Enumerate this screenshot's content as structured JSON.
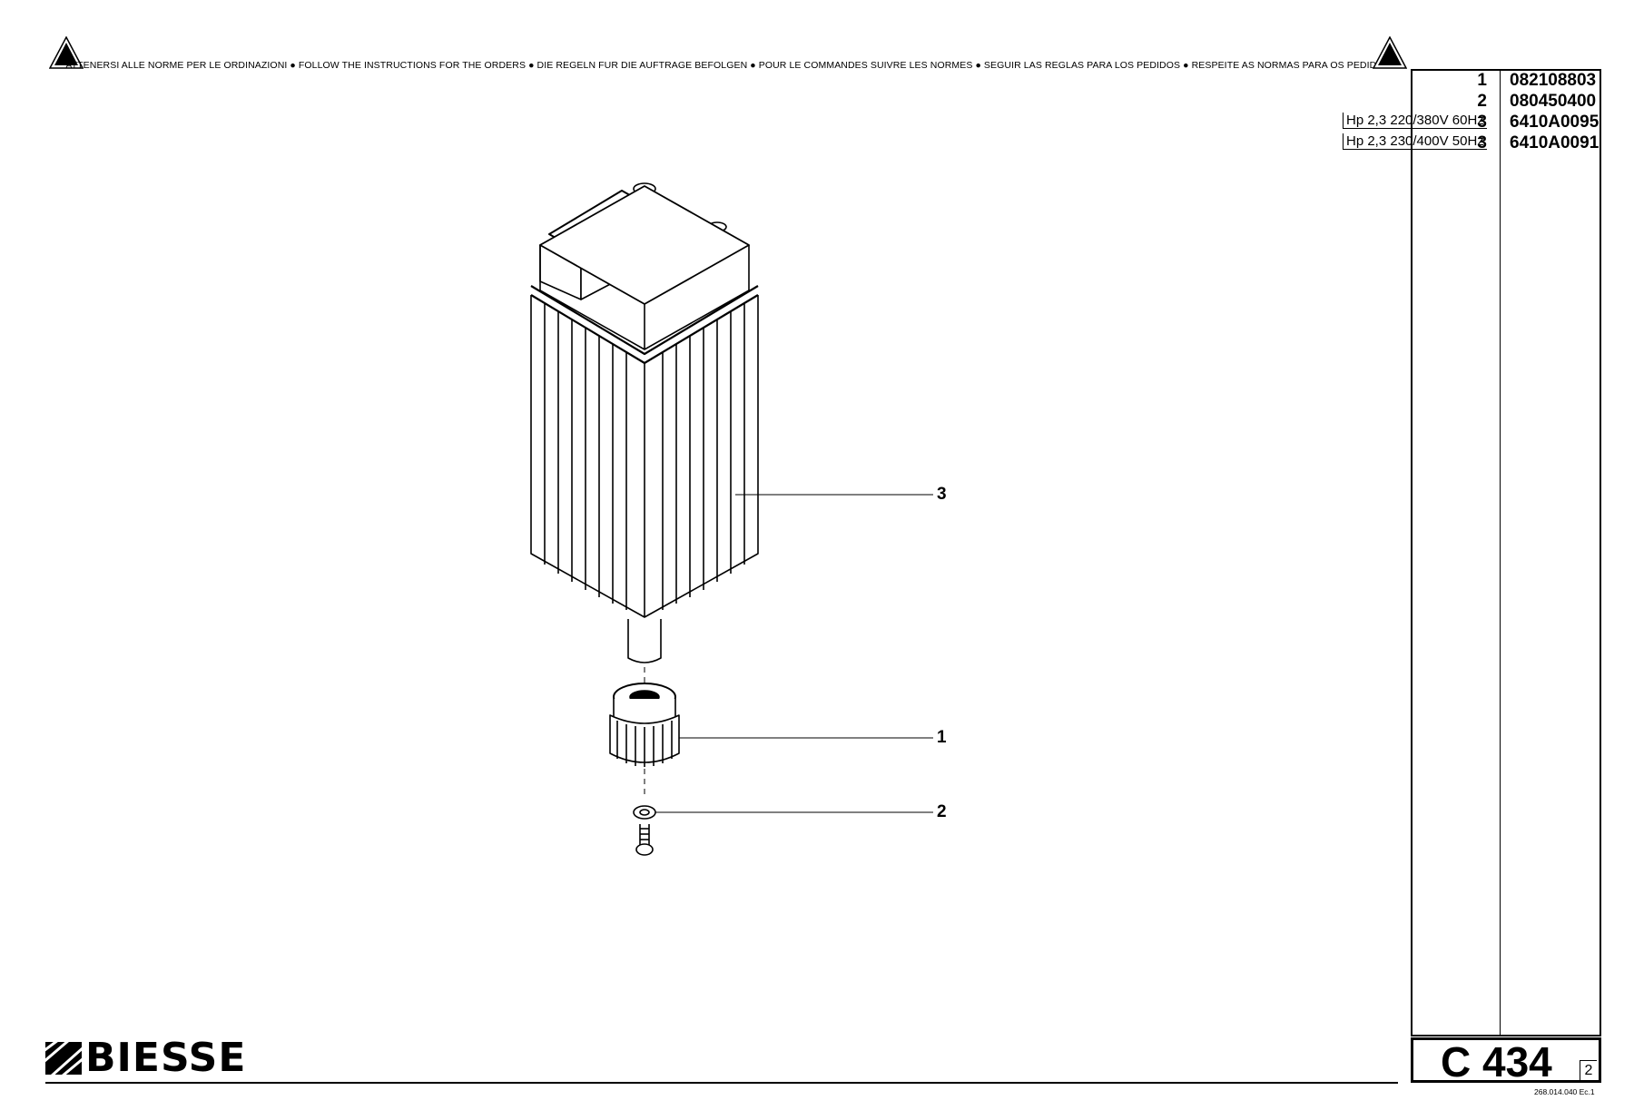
{
  "warning_banner": {
    "text": "ATTENERSI ALLE NORME PER LE ORDINAZIONI  ●  FOLLOW THE INSTRUCTIONS FOR THE ORDERS  ●  DIE REGELN FUR DIE AUFTRAGE BEFOLGEN  ●  POUR LE COMMANDES SUIVRE LES NORMES  ●  SEGUIR LAS REGLAS PARA LOS PEDIDOS  ●  RESPEITE AS NORMAS PARA OS PEDIDOS",
    "left_icon": "warning-triangle-icon",
    "right_icon": "warning-triangle-icon"
  },
  "parts_list": [
    {
      "spec": "",
      "item": "1",
      "code": "082108803"
    },
    {
      "spec": "",
      "item": "2",
      "code": "080450400"
    },
    {
      "spec": "Hp 2,3 220/380V 60Hz",
      "item": "3",
      "code": "6410A0095"
    },
    {
      "spec": "Hp 2,3 230/400V 50Hz",
      "item": "3",
      "code": "6410A0091"
    }
  ],
  "callouts": {
    "motor": "3",
    "pinion": "1",
    "washer": "2"
  },
  "brand": {
    "name": "BIESSE",
    "icon": "biesse-logo-icon"
  },
  "table_code": {
    "code": "C 434",
    "sheet": "2"
  },
  "document_reference": "268.014.040 Ec.1"
}
